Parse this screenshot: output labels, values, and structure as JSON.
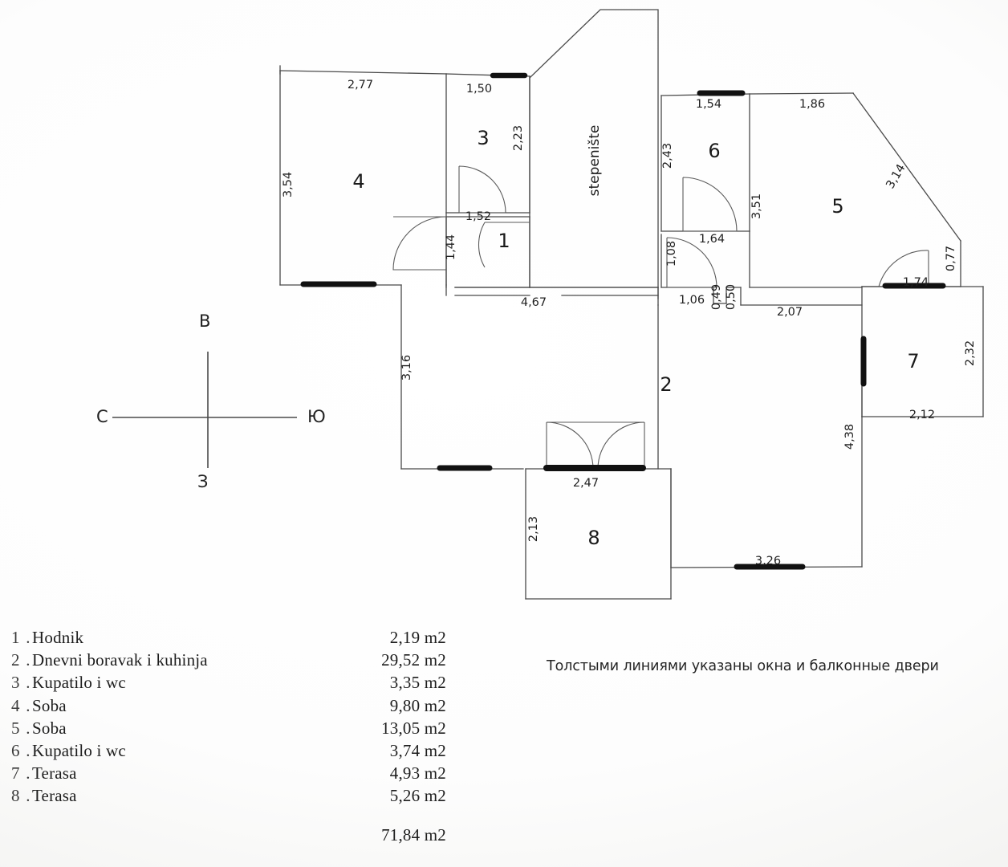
{
  "document": {
    "kind": "apartment-floor-plan",
    "stair_label": "stepenište"
  },
  "compass": {
    "north_label": "С",
    "east_label": "В",
    "south_label": "Ю",
    "west_label": "З"
  },
  "note": {
    "text": "Толстыми линиями указаны окна и балконные двери"
  },
  "legend": {
    "unit": "m2",
    "rows": [
      {
        "index": "1",
        "dot": ".",
        "name": "Hodnik",
        "area": "2,19 m2"
      },
      {
        "index": "2",
        "dot": ".",
        "name": "Dnevni boravak i kuhinja",
        "area": "29,52 m2"
      },
      {
        "index": "3",
        "dot": ".",
        "name": "Kupatilo i wc",
        "area": "3,35 m2"
      },
      {
        "index": "4",
        "dot": ".",
        "name": "Soba",
        "area": "9,80 m2"
      },
      {
        "index": "5",
        "dot": ".",
        "name": "Soba",
        "area": "13,05 m2"
      },
      {
        "index": "6",
        "dot": ".",
        "name": "Kupatilo i wc",
        "area": "3,74 m2"
      },
      {
        "index": "7",
        "dot": ".",
        "name": "Terasa",
        "area": "4,93 m2"
      },
      {
        "index": "8",
        "dot": ".",
        "name": "Terasa",
        "area": "5,26 m2"
      }
    ],
    "total": "71,84 m2"
  },
  "rooms": [
    {
      "id": "1",
      "label": "1"
    },
    {
      "id": "2",
      "label": "2"
    },
    {
      "id": "3",
      "label": "3"
    },
    {
      "id": "4",
      "label": "4"
    },
    {
      "id": "5",
      "label": "5"
    },
    {
      "id": "6",
      "label": "6"
    },
    {
      "id": "7",
      "label": "7"
    },
    {
      "id": "8",
      "label": "8"
    }
  ],
  "dimensions": {
    "room4_top": "2,77",
    "room4_left": "3,54",
    "room3_top": "1,50",
    "room3_right": "2,23",
    "room3_bottom": "1,52",
    "room1_left": "1,44",
    "living_top": "4,67",
    "living_left": "3,16",
    "room6_top": "1,54",
    "room6_left": "2,43",
    "room6_bottom": "1,64",
    "niche_left": "1,08",
    "niche_bottom": "1,06",
    "gap_a": "0,49",
    "gap_b": "0,50",
    "corridor_bottom": "2,07",
    "room5_top": "1,86",
    "room5_left": "3,51",
    "room5_diag": "3,14",
    "room5_right": "0,77",
    "room5_door": "1,74",
    "room7_right": "2,32",
    "room7_bottom": "2,12",
    "living_right": "4,38",
    "living_bottom": "3,26",
    "room8_top": "2,47",
    "room8_left": "2,13"
  },
  "colors": {
    "wall": "#4a4a4a",
    "thick_opening": "#111111",
    "text": "#1a1a1a",
    "paper": "#fbfbfa"
  }
}
